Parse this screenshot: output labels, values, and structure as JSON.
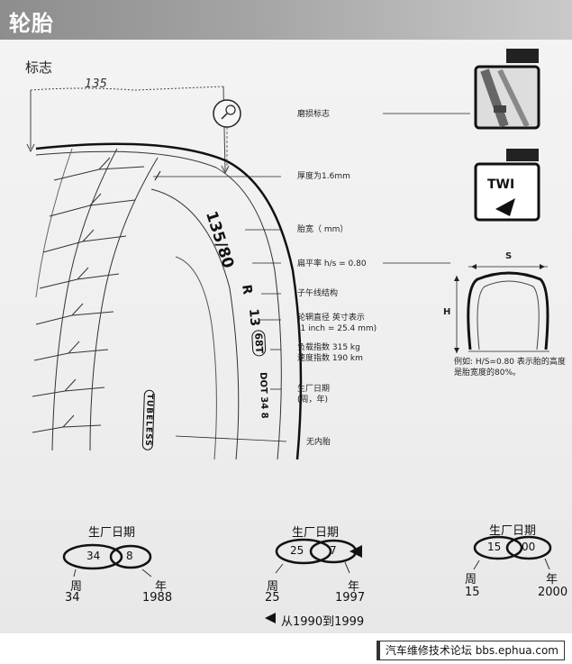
{
  "header": {
    "title": "轮胎"
  },
  "section": {
    "label": "标志"
  },
  "handwriting": {
    "note": "135"
  },
  "labels": {
    "wear": "磨损标志",
    "thickness": "厚度为1.6mm",
    "width": "胎宽（ mm）",
    "aspect": "扁平率  h/s = 0.80",
    "radial": "子午线结构",
    "rim_line1": "轮辋直径  英寸表示",
    "rim_line2": "(1 inch = 25.4 mm)",
    "load": "负载指数 315 kg",
    "speed": "速度指数 190 km",
    "date_line1": "生厂日期",
    "date_line2": "(周，年)",
    "tubeless": "无内胎"
  },
  "sidewall": {
    "size": "135/80",
    "radial_letter": "R",
    "rim": "13",
    "service": "68T",
    "dot": "DOT 34 8",
    "tubeless": "TUBELESS"
  },
  "icons": {
    "twi": "TWI"
  },
  "profile": {
    "s_label": "S",
    "h_label": "H",
    "example_line1": "例如: H/S=0.80  表示胎的高度",
    "example_line2": "是胎宽度的80%。"
  },
  "dates": [
    {
      "title": "生厂日期",
      "left": "34",
      "right": "8",
      "week_label": "周",
      "week_value": "34",
      "year_label": "年",
      "year_value": "1988"
    },
    {
      "title": "生厂日期",
      "left": "25",
      "right": "7",
      "week_label": "周",
      "week_value": "25",
      "year_label": "年",
      "year_value": "1997"
    },
    {
      "title": "生厂日期",
      "left": "15",
      "right": "00",
      "week_label": "周",
      "week_value": "15",
      "year_label": "年",
      "year_value": "2000"
    }
  ],
  "legend": {
    "text": "从1990到1999"
  },
  "footer": {
    "text": "汽车维修技术论坛 bbs.ephua.com"
  }
}
